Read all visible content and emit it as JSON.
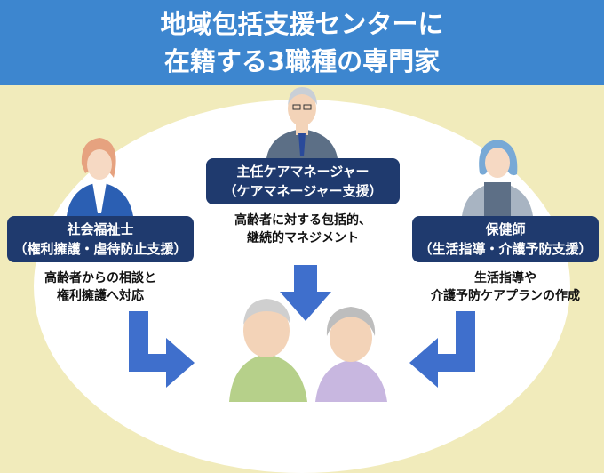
{
  "title": {
    "line1": "地域包括支援センターに",
    "line2": "在籍する3職種の専門家"
  },
  "roles": [
    {
      "name": "社会福祉士",
      "sub": "（権利擁護・虐待防止支援）",
      "desc1": "高齢者からの相談と",
      "desc2": "権利擁護へ対応"
    },
    {
      "name": "主任ケアマネージャー",
      "sub": "（ケアマネージャー支援）",
      "desc1": "高齢者に対する包括的、",
      "desc2": "継続的マネジメント"
    },
    {
      "name": "保健師",
      "sub": "（生活指導・介護予防支援）",
      "desc1": "生活指導や",
      "desc2": "介護予防ケアプランの作成"
    }
  ],
  "colors": {
    "header": "#3d86cf",
    "box": "#1f3a6e",
    "arrow": "#3f6fcc",
    "background": "#f1ebbb"
  }
}
